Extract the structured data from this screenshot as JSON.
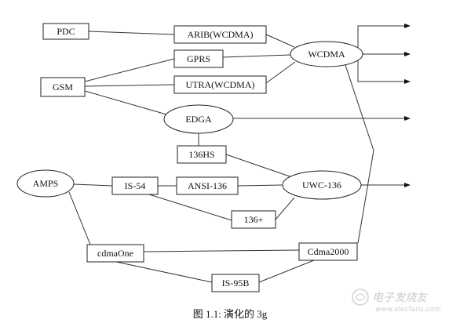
{
  "nodes": [
    {
      "id": "pdc",
      "label": "PDC",
      "shape": "rect"
    },
    {
      "id": "arib",
      "label": "ARIB(WCDMA)",
      "shape": "rect"
    },
    {
      "id": "gprs",
      "label": "GPRS",
      "shape": "rect"
    },
    {
      "id": "gsm",
      "label": "GSM",
      "shape": "rect"
    },
    {
      "id": "utra",
      "label": "UTRA(WCDMA)",
      "shape": "rect"
    },
    {
      "id": "wcdma",
      "label": "WCDMA",
      "shape": "ellipse"
    },
    {
      "id": "edga",
      "label": "EDGA",
      "shape": "ellipse"
    },
    {
      "id": "hs136",
      "label": "136HS",
      "shape": "rect"
    },
    {
      "id": "amps",
      "label": "AMPS",
      "shape": "ellipse"
    },
    {
      "id": "is54",
      "label": "IS-54",
      "shape": "rect"
    },
    {
      "id": "ansi136",
      "label": "ANSI-136",
      "shape": "rect"
    },
    {
      "id": "uwc136",
      "label": "UWC-136",
      "shape": "ellipse"
    },
    {
      "id": "p136",
      "label": "136+",
      "shape": "rect"
    },
    {
      "id": "cdmaone",
      "label": "cdmaOne",
      "shape": "rect"
    },
    {
      "id": "cdma2000",
      "label": "Cdma2000",
      "shape": "rect"
    },
    {
      "id": "is95b",
      "label": "IS-95B",
      "shape": "rect"
    }
  ],
  "edges": [
    {
      "from": "pdc",
      "to": "arib"
    },
    {
      "from": "arib",
      "to": "wcdma"
    },
    {
      "from": "gsm",
      "to": "gprs"
    },
    {
      "from": "gsm",
      "to": "utra"
    },
    {
      "from": "gsm",
      "to": "edga"
    },
    {
      "from": "gprs",
      "to": "wcdma"
    },
    {
      "from": "utra",
      "to": "wcdma"
    },
    {
      "from": "wcdma",
      "to": "cdma2000"
    },
    {
      "from": "edga",
      "to": "hs136"
    },
    {
      "from": "hs136",
      "to": "uwc136"
    },
    {
      "from": "amps",
      "to": "is54"
    },
    {
      "from": "amps",
      "to": "cdmaone"
    },
    {
      "from": "is54",
      "to": "ansi136"
    },
    {
      "from": "is54",
      "to": "p136"
    },
    {
      "from": "ansi136",
      "to": "uwc136"
    },
    {
      "from": "p136",
      "to": "uwc136"
    },
    {
      "from": "cdmaone",
      "to": "cdma2000"
    },
    {
      "from": "cdmaone",
      "to": "is95b"
    },
    {
      "from": "is95b",
      "to": "cdma2000"
    }
  ],
  "outputs": [
    {
      "from": "wcdma",
      "label": "wcdma-output-arrow-1"
    },
    {
      "from": "wcdma",
      "label": "wcdma-output-arrow-2"
    },
    {
      "from": "wcdma",
      "label": "wcdma-output-arrow-3"
    },
    {
      "from": "edga",
      "label": "edga-output-arrow"
    },
    {
      "from": "uwc136",
      "label": "uwc136-output-arrow"
    }
  ],
  "caption": "图 1.1:  演化的 3g",
  "watermark": {
    "text": "电子发烧友",
    "url": "www.elecfans.com"
  }
}
